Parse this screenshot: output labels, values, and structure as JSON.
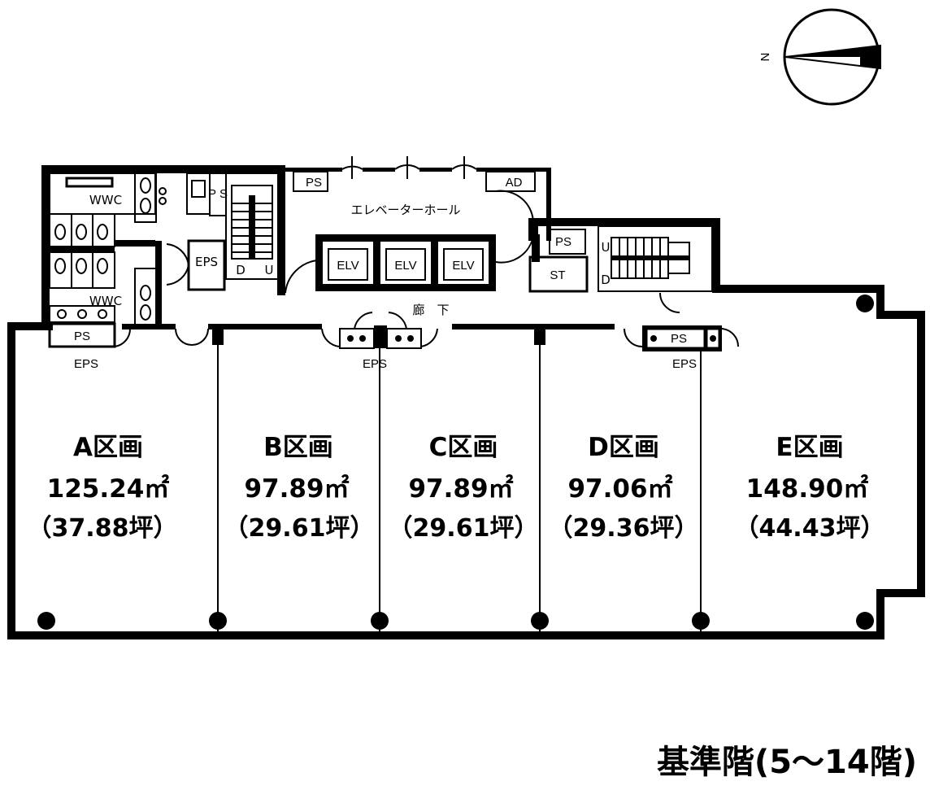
{
  "compass": {
    "label": "N"
  },
  "floor_title": "基準階(5〜14階)",
  "units": [
    {
      "name": "A区画",
      "area": "125.24㎡",
      "tsubo": "（37.88坪）"
    },
    {
      "name": "B区画",
      "area": "97.89㎡",
      "tsubo": "（29.61坪）"
    },
    {
      "name": "C区画",
      "area": "97.89㎡",
      "tsubo": "（29.61坪）"
    },
    {
      "name": "D区画",
      "area": "97.06㎡",
      "tsubo": "（29.36坪）"
    },
    {
      "name": "E区画",
      "area": "148.90㎡",
      "tsubo": "（44.43坪）"
    }
  ],
  "rooms": {
    "wwc_top": "WWC",
    "wwc_bottom": "WWC",
    "ps_stair": "P S",
    "eps_core": "EPS",
    "stair_down": "D",
    "stair_up": "U",
    "ps_hall": "PS",
    "ad": "AD",
    "elevator_hall": "エレベーターホール",
    "elv": [
      "ELV",
      "ELV",
      "ELV"
    ],
    "ps_east": "PS",
    "st": "ST",
    "stair2_up": "U",
    "stair2_down": "D",
    "corridor": "廊　下",
    "ps_west": "PS",
    "eps_west": "EPS",
    "eps_center": "EPS",
    "ps_right": "PS",
    "eps_right": "EPS"
  }
}
